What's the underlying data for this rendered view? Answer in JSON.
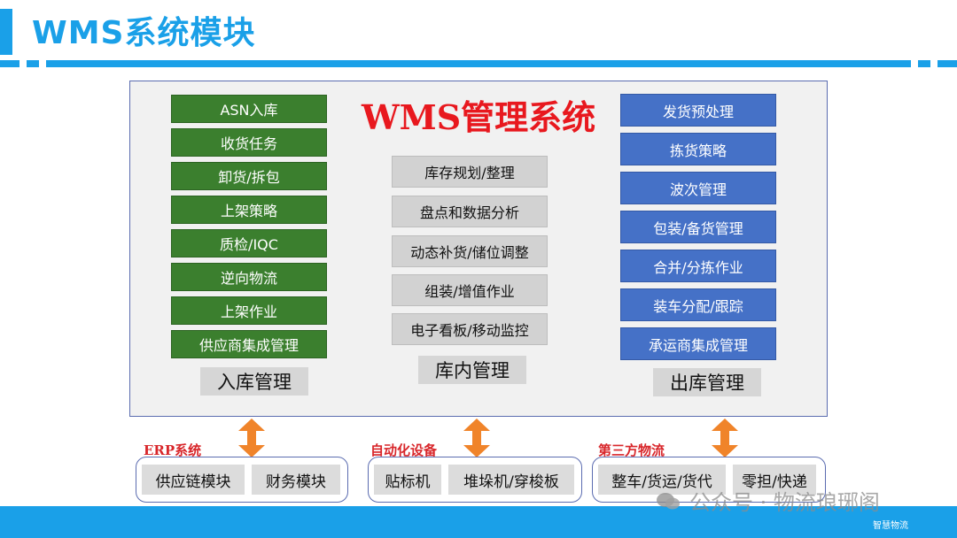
{
  "header": {
    "title": "WMS系统模块"
  },
  "system_title": "WMS管理系统",
  "inbound": {
    "label": "入库管理",
    "items": [
      "ASN入库",
      "收货任务",
      "卸货/拆包",
      "上架策略",
      "质检/IQC",
      "逆向物流",
      "上架作业",
      "供应商集成管理"
    ]
  },
  "warehouse": {
    "label": "库内管理",
    "items": [
      "库存规划/整理",
      "盘点和数据分析",
      "动态补货/储位调整",
      "组装/增值作业",
      "电子看板/移动监控"
    ]
  },
  "outbound": {
    "label": "出库管理",
    "items": [
      "发货预处理",
      "拣货策略",
      "波次管理",
      "包装/备货管理",
      "合并/分拣作业",
      "装车分配/跟踪",
      "承运商集成管理"
    ]
  },
  "integrations": [
    {
      "label": "ERP系统",
      "chips": [
        "供应链模块",
        "财务模块"
      ]
    },
    {
      "label": "自动化设备",
      "chips": [
        "贴标机",
        "堆垛机/穿梭板"
      ]
    },
    {
      "label": "第三方物流",
      "chips": [
        "整车/货运/货代",
        "零担/快递"
      ]
    }
  ],
  "watermark": "公众号 · 物流琅琊阁",
  "footer_brand": "智慧物流",
  "colors": {
    "accent": "#1aa0e8",
    "inbound": "#3b7f2e",
    "outbound": "#4571c7",
    "warehouse": "#d2d2d2",
    "system_title": "#e8181e",
    "arrow": "#f0842a"
  }
}
